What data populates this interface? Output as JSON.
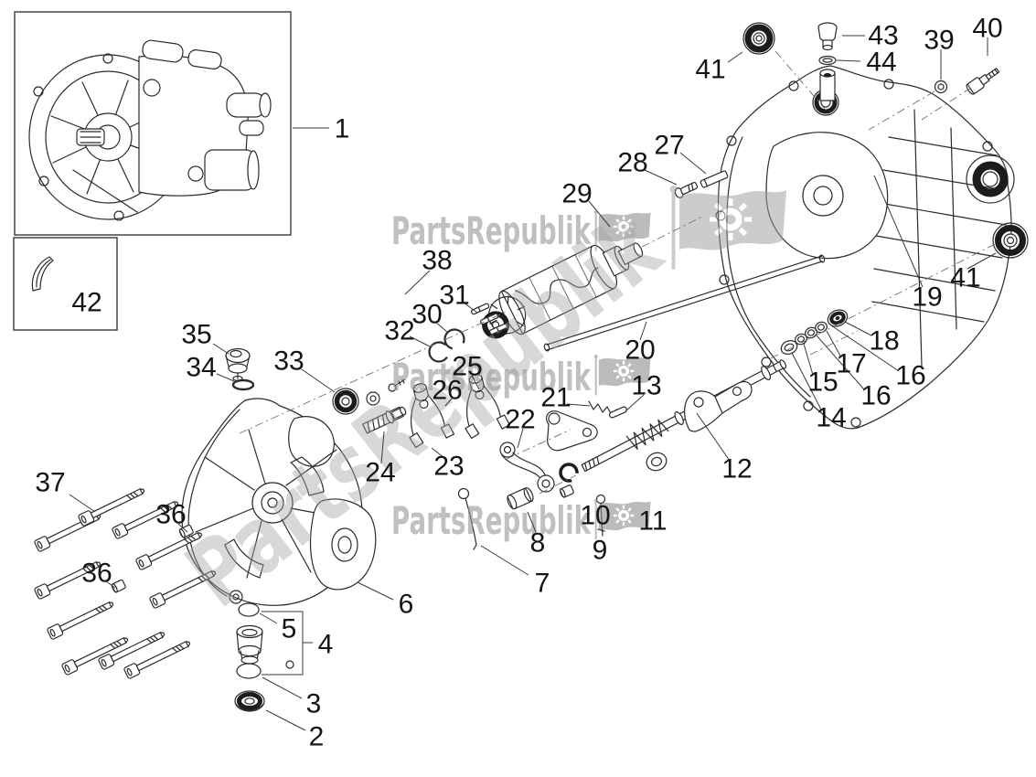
{
  "page": {
    "background": "#ffffff"
  },
  "brand": {
    "watermark_text": "PartsRepublik",
    "watermark_color": "#949494",
    "watermark_icon": "flag-with-gear-icon"
  },
  "callouts": [
    {
      "n": "1"
    },
    {
      "n": "42"
    },
    {
      "n": "43"
    },
    {
      "n": "44"
    },
    {
      "n": "39"
    },
    {
      "n": "40"
    },
    {
      "n": "41"
    },
    {
      "n": "27"
    },
    {
      "n": "28"
    },
    {
      "n": "29"
    },
    {
      "n": "19"
    },
    {
      "n": "41"
    },
    {
      "n": "18"
    },
    {
      "n": "17"
    },
    {
      "n": "16"
    },
    {
      "n": "16"
    },
    {
      "n": "15"
    },
    {
      "n": "14"
    },
    {
      "n": "12"
    },
    {
      "n": "38"
    },
    {
      "n": "31"
    },
    {
      "n": "30"
    },
    {
      "n": "32"
    },
    {
      "n": "25"
    },
    {
      "n": "26"
    },
    {
      "n": "21"
    },
    {
      "n": "22"
    },
    {
      "n": "20"
    },
    {
      "n": "13"
    },
    {
      "n": "23"
    },
    {
      "n": "24"
    },
    {
      "n": "35"
    },
    {
      "n": "34"
    },
    {
      "n": "33"
    },
    {
      "n": "37"
    },
    {
      "n": "36"
    },
    {
      "n": "36"
    },
    {
      "n": "6"
    },
    {
      "n": "5"
    },
    {
      "n": "4"
    },
    {
      "n": "3"
    },
    {
      "n": "2"
    },
    {
      "n": "10"
    },
    {
      "n": "11"
    },
    {
      "n": "8"
    },
    {
      "n": "9"
    },
    {
      "n": "7"
    }
  ]
}
